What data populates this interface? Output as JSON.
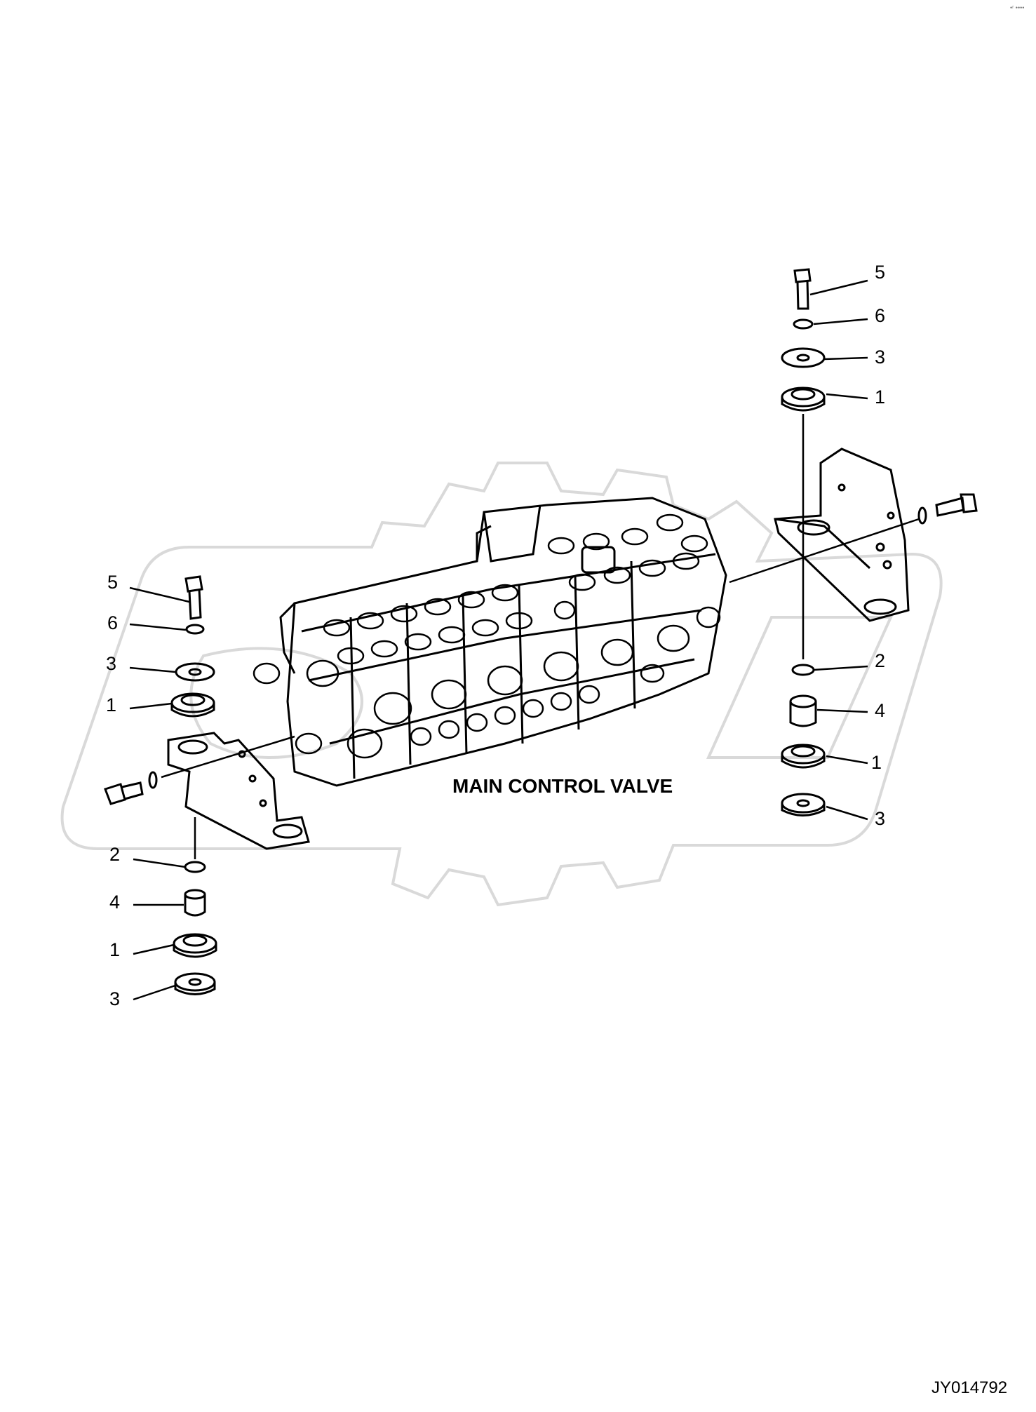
{
  "diagram": {
    "caption": "MAIN CONTROL VALVE",
    "drawing_number": "JY014792",
    "corner_mark": "•ʳ ••••",
    "callouts": {
      "r5": "5",
      "r6": "6",
      "r3a": "3",
      "r1a": "1",
      "r2": "2",
      "r4": "4",
      "r1b": "1",
      "r3b": "3",
      "l5": "5",
      "l6": "6",
      "l3a": "3",
      "l1a": "1",
      "l2": "2",
      "l4": "4",
      "l1b": "1",
      "l3b": "3"
    }
  },
  "colors": {
    "line": "#000000",
    "watermark": "#d9d9d9",
    "background": "#ffffff"
  }
}
